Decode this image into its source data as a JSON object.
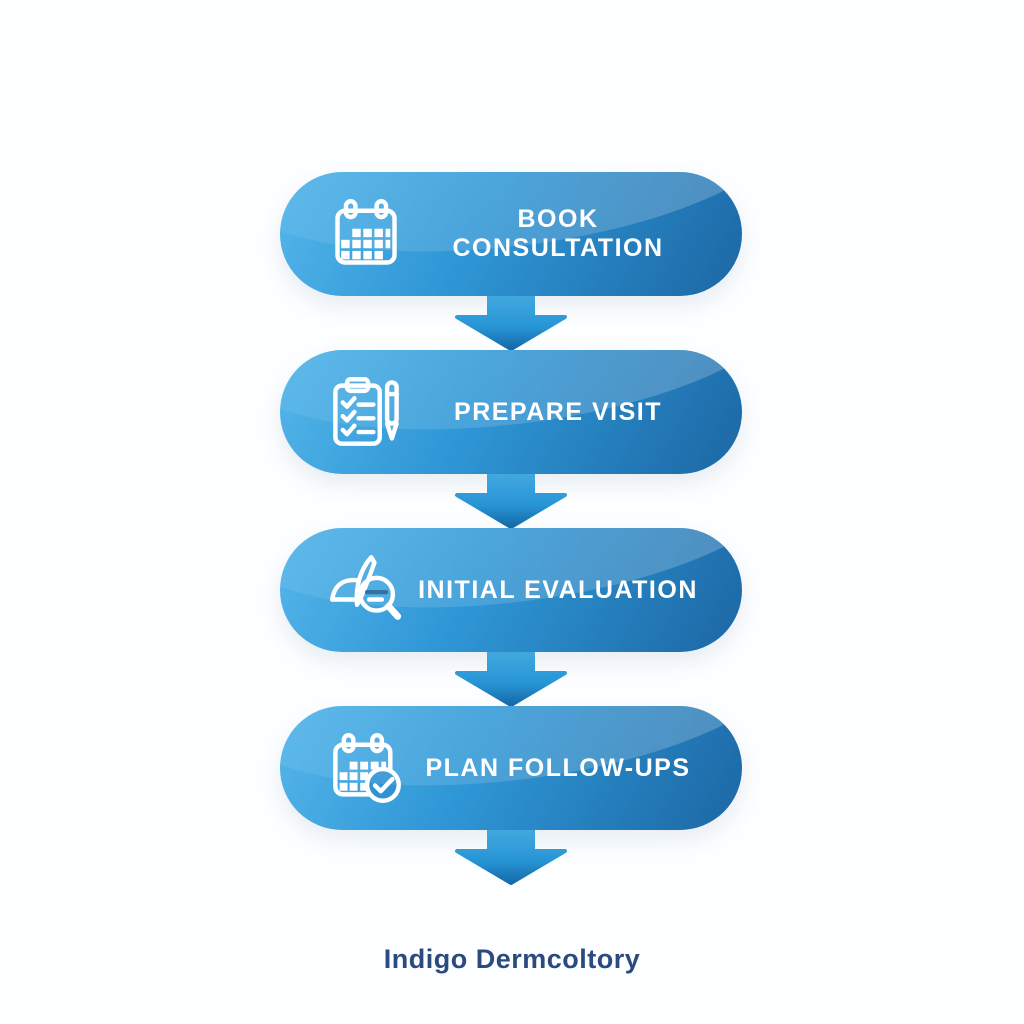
{
  "figure": {
    "footer": "Indigo Dermcoltory"
  },
  "steps": [
    {
      "label": "BOOK CONSULTATION",
      "icon": "calendar-icon"
    },
    {
      "label": "PREPARE VISIT",
      "icon": "clipboard-checklist-pen-icon"
    },
    {
      "label": "INITIAL EVALUATION",
      "icon": "skin-magnifier-icon"
    },
    {
      "label": "PLAN FOLLOW-UPS",
      "icon": "calendar-check-icon"
    }
  ],
  "connector": {
    "icon": "down-arrow-icon",
    "count": 4
  },
  "colors": {
    "pill_gradient_start": "#55b6ea",
    "pill_gradient_mid": "#2f97d6",
    "pill_gradient_end": "#1c67a4",
    "arrow_start": "#47b0e8",
    "arrow_mid": "#2694d4",
    "arrow_end": "#176aa8",
    "footer_text": "#2b4a80",
    "step_label": "#ffffff",
    "background": "#fdfeff"
  }
}
